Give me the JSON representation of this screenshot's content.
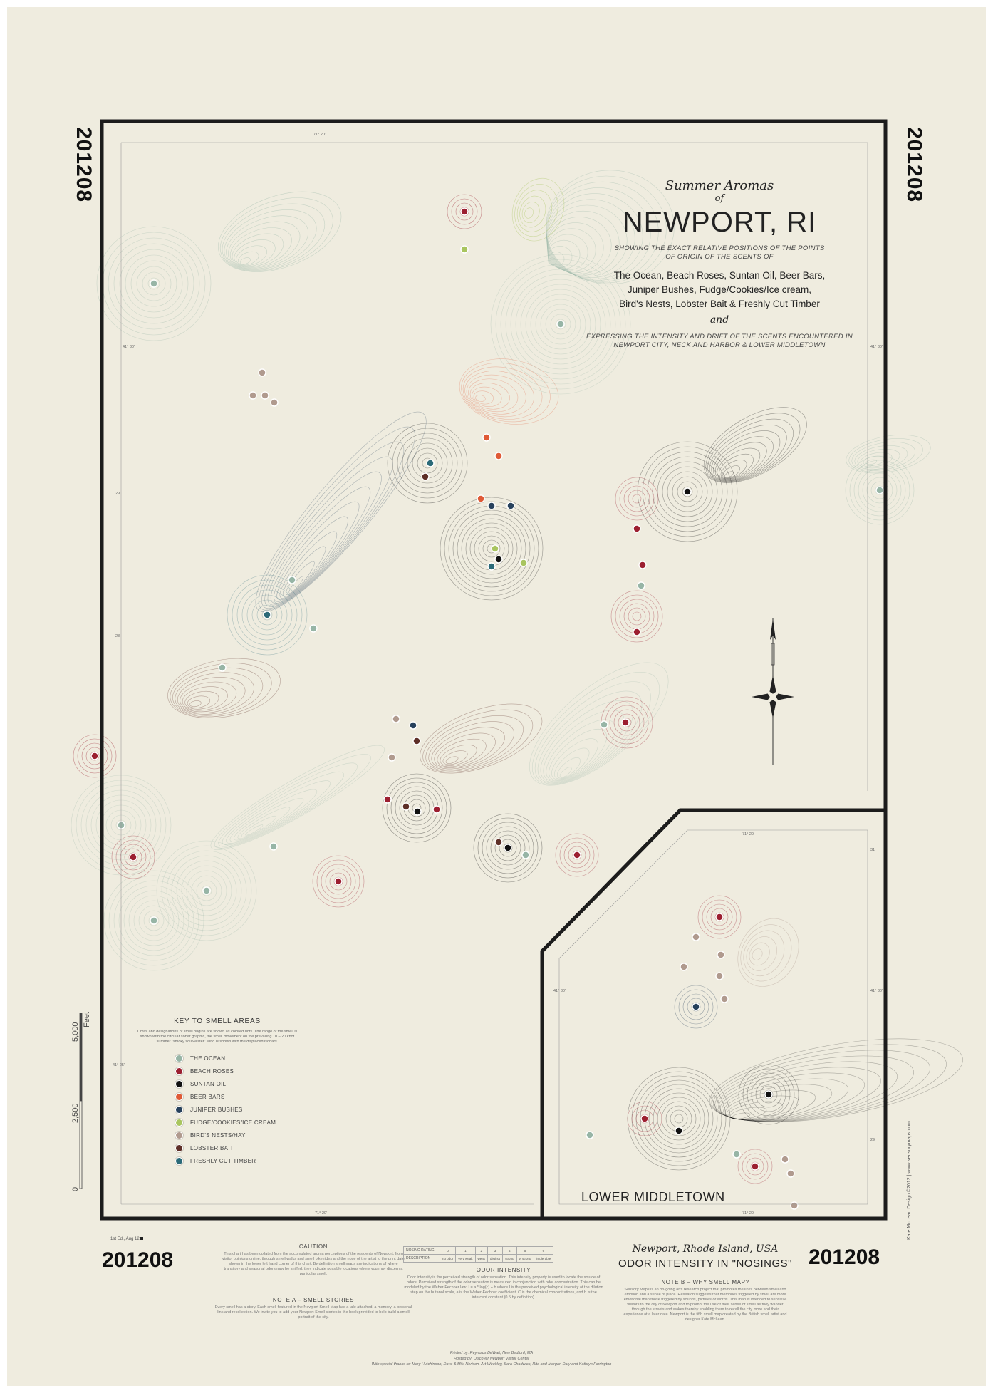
{
  "colors": {
    "background": "#efecdf",
    "frame": "#1c1c1c",
    "ocean": "#97b5a6",
    "beach_roses": "#9c1f30",
    "suntan_oil": "#111111",
    "beer_bars": "#df5a36",
    "juniper_bushes": "#27415c",
    "fudge_cookies_ice_cream": "#a9c55f",
    "birds_nests_hay": "#b09a8e",
    "lobster_bait": "#5e2f27",
    "freshly_cut_timber": "#2b6a78"
  },
  "side_codes": {
    "top_left": "201208",
    "top_right": "201208",
    "bottom_left": "201208",
    "bottom_right": "201208"
  },
  "title": {
    "summer": "Summer Aromas",
    "of": "of",
    "city": "NEWPORT, RI",
    "showing": "SHOWING THE EXACT RELATIVE POSITIONS OF THE POINTS OF ORIGIN OF THE SCENTS OF",
    "scents_line1": "The Ocean, Beach Roses, Suntan Oil, Beer Bars,",
    "scents_line2": "Juniper Bushes, Fudge/Cookies/Ice cream,",
    "scents_line3": "Bird's Nests, Lobster Bait & Freshly Cut Timber",
    "and": "and",
    "expressing": "EXPRESSING THE INTENSITY AND DRIFT OF THE SCENTS ENCOUNTERED IN NEWPORT CITY, NECK AND HARBOR & LOWER MIDDLETOWN"
  },
  "coordinates": {
    "top_long": "71° 20'",
    "left_lat": "41° 30'",
    "right_lat": "41° 30'",
    "lat_29": "29'",
    "lat_28": "28'",
    "lat_41_25": "41° 25'",
    "bottom_long": "71° 20'",
    "inset_top_long": "71° 20'",
    "inset_bottom_long": "71° 20'",
    "inset_lat": "41° 30'",
    "inset_lat_right": "41° 30'",
    "inset_31": "31'",
    "inset_29": "29'"
  },
  "scale": {
    "label_5000": "5,000",
    "label_2500": "2,500",
    "label_0": "0",
    "unit": "Feet"
  },
  "key": {
    "title": "KEY TO SMELL AREAS",
    "description": "Limits and designations of smell origins are shown as colored dots. The range of the smell is shown with the circular sonar graphic, the smell movement on the prevailing 10 – 20 knot summer \"smoky sou'wester\" wind is shown with the displaced isobars.",
    "items": [
      {
        "label": "THE OCEAN",
        "color": "#97b5a6"
      },
      {
        "label": "BEACH ROSES",
        "color": "#9c1f30"
      },
      {
        "label": "SUNTAN OIL",
        "color": "#111111"
      },
      {
        "label": "BEER BARS",
        "color": "#df5a36"
      },
      {
        "label": "JUNIPER BUSHES",
        "color": "#27415c"
      },
      {
        "label": "FUDGE/COOKIES/ICE CREAM",
        "color": "#a9c55f"
      },
      {
        "label": "BIRD'S NESTS/HAY",
        "color": "#b09a8e"
      },
      {
        "label": "LOBSTER BAIT",
        "color": "#5e2f27"
      },
      {
        "label": "FRESHLY CUT TIMBER",
        "color": "#2b6a78"
      }
    ]
  },
  "inset_label": "LOWER MIDDLETOWN",
  "edition": "1st Ed., Aug 12",
  "caution": {
    "title": "CAUTION",
    "body": "This chart has been collated from the accumulated aroma perceptions of the residents of Newport, from visitor opinions online, through smell walks and smell bike rides and the nose of the artist to the print date shown in the lower left hand corner of this chart. By definition smell maps are indications of where transitory and seasonal odors may be sniffed; they indicate possible locations where you may discern a particular smell."
  },
  "note_a": {
    "title": "NOTE A – SMELL STORIES",
    "body": "Every smell has a story. Each smell featured in the Newport Smell Map has a tale attached, a memory, a personal link and recollection. We invite you to add your Newport Smell stories in the book provided to help build a smell portrait of the city."
  },
  "rating": {
    "row1_label": "NOSING RATING",
    "row2_label": "DESCRIPTION",
    "numbers": [
      "0",
      "1",
      "2",
      "3",
      "4",
      "5",
      "6"
    ],
    "descriptions": [
      "no odor",
      "very weak",
      "weak",
      "distinct",
      "strong",
      "v. strong",
      "intolerable"
    ]
  },
  "odor_intensity_note": {
    "title": "ODOR INTENSITY",
    "body": "Odor intensity is the perceived strength of odor sensation. This intensity property is used to locate the source of odors. Perceived strength of the odor sensation is measured in conjunction with odor concentration. This can be modeled by the Weber-Fechner law: I = a * log(c) + b where I is the perceived psychological intensity at the dilution step on the butanol scale, a is the Weber-Fechner coefficient, C is the chemical concentrations, and b is the intercept constant (0.5 by definition)."
  },
  "location": {
    "name": "Newport, Rhode Island, USA",
    "subtitle": "ODOR INTENSITY IN \"NOSINGS\""
  },
  "note_b": {
    "title": "NOTE B – WHY SMELL MAP?",
    "body": "Sensory Maps is an on-going arts research project that promotes the links between smell and emotion and a sense of place. Research suggests that memories triggered by smell are more emotional than those triggered by sounds, pictures or words. This map is intended to sensitize visitors to the city of Newport and to prompt the use of their sense of smell as they wander through the streets and wakes thereby enabling them to recall the city more and their experience at a later date. Newport is the fifth smell map created by the British smell artist and designer Kate McLean."
  },
  "credits": {
    "line1": "Printed by: Reynolds DeWalt, New Bedford, MA",
    "line2": "Hosted by: Discover Newport Visitor Center",
    "line3": "With special thanks to: Mary Hutchinson, Dave & Miki Nerison, Art Weekley, Sara Chadwick, Rita and Morgan Daly and Kathryn Farrington"
  },
  "vertical_credit": "Kate McLean Design ©2012  |  www.sensorymaps.com"
}
